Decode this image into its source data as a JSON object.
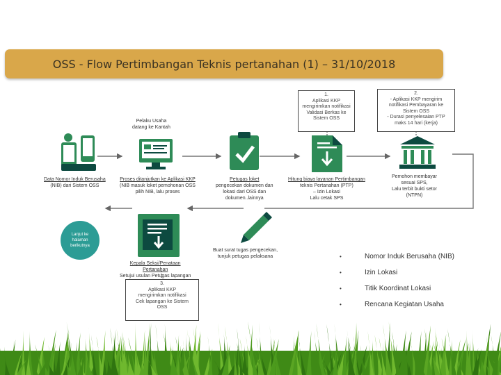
{
  "title": "OSS - Flow Pertimbangan Teknis pertanahan (1) – 31/10/2018",
  "pelaku": [
    "Pelaku Usaha",
    "datang ke Kantah"
  ],
  "steps": {
    "data": [
      "Data Nomor Induk Berusaha",
      "(NIB) dari Sistem OSS"
    ],
    "proses": [
      "Proses ditanjutkan ke Aplikasi KKP",
      "(NIB masuk loket pemohonan OSS",
      "pilih NIB, lalu proses"
    ],
    "petugas": [
      "Petugas loket",
      "pengecekan dokumen dan",
      "lokasi dari OSS dan",
      "dokumen..lainnya"
    ],
    "hitung": [
      "Hitung biaya layanan Pertimbangan",
      "teknis Pertanahan (PTP)",
      "– Izin Lokasi",
      "Lalu cetak SPS"
    ],
    "pemohon": [
      "Pemohon membayar",
      "sesuai SPS,",
      "Lalu terbit bukti setor",
      "(NTPN)"
    ],
    "buat": [
      "Buat surat tugas pengecekan,",
      "tunjuk petugas pelaksana"
    ],
    "kepala": [
      "Kepala Seksi/Penataan",
      "Pertanahan",
      "Setujui usulan Petugas lapangan"
    ]
  },
  "notes": {
    "n1": [
      "1.",
      "Aplikasi KKP",
      "mengirimkan notifikasi",
      "Validasi Berkas ke",
      "Sistem OSS"
    ],
    "n2": [
      "2.",
      "- Aplikasi KKP mengirim",
      "notifikasi Pembayaran ke",
      "Sistem OSS",
      "- Durasi penyelesaian PTP",
      "maks 14 hari (kerja)"
    ],
    "n3": [
      "3.",
      "Aplikasi KKP",
      "mengirimkan notifikasi",
      "Cek lapangan ke Sistem",
      "OSS"
    ]
  },
  "circle": [
    "Lanjut ke",
    "halaman",
    "berikutnya"
  ],
  "bullets": [
    "Nomor Induk Berusaha (NIB)",
    "Izin Lokasi",
    "Titik Koordinat Lokasi",
    "Rencana Kegiatan Usaha"
  ],
  "bullet_marker": "•",
  "colors": {
    "title_bg": "#d9a74a",
    "icon_green": "#2e8b57",
    "icon_dark": "#0d4a40",
    "circle": "#2c9c95",
    "grass": "#4f9c1c"
  }
}
